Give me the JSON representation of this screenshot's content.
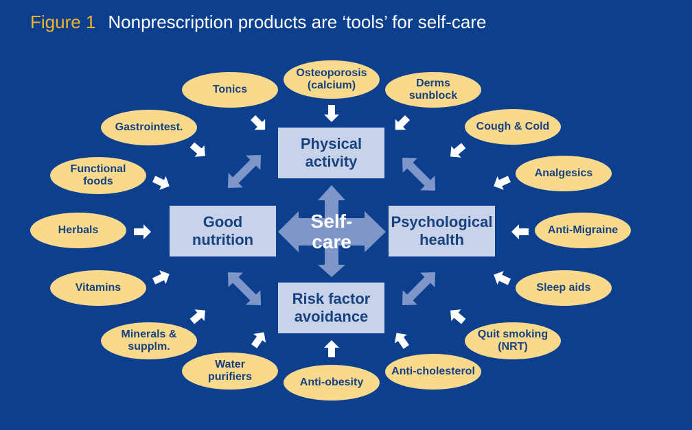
{
  "figure": {
    "number": "Figure 1",
    "title": "Nonprescription products are ‘tools’ for self-care"
  },
  "center": {
    "label": "Self-\ncare"
  },
  "boxes": {
    "physical": "Physical\nactivity",
    "nutrition": "Good\nnutrition",
    "psychological": "Psychological\nhealth",
    "risk": "Risk factor\navoidance"
  },
  "products": {
    "tonics": "Tonics",
    "osteoporosis": "Osteoporosis\n(calcium)",
    "derms": "Derms\nsunblock",
    "gastro": "Gastrointest.",
    "cough": "Cough & Cold",
    "functional": "Functional\nfoods",
    "analgesics": "Analgesics",
    "herbals": "Herbals",
    "migraine": "Anti-Migraine",
    "vitamins": "Vitamins",
    "sleep": "Sleep aids",
    "minerals": "Minerals &\nsupplm.",
    "smoking": "Quit smoking\n(NRT)",
    "water": "Water\npurifiers",
    "obesity": "Anti-obesity",
    "cholesterol": "Anti-cholesterol"
  },
  "colors": {
    "background": "#0c3f8e",
    "oval": "#f9d98c",
    "box": "#c8d3ea",
    "text_dark": "#17417f",
    "accent": "#f0b429",
    "center_arrows": "#7f96c8"
  }
}
